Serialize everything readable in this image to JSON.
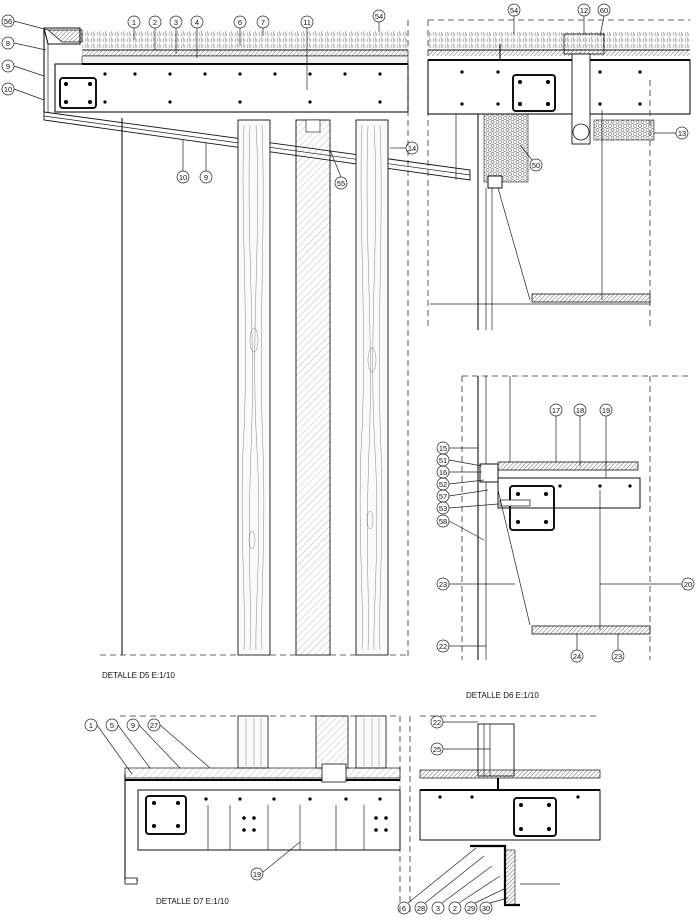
{
  "details": {
    "d5": {
      "title": "DETALLE D5  E:1/10"
    },
    "d6": {
      "title": "DETALLE D6  E:1/10"
    },
    "d7": {
      "title": "DETALLE D7  E:1/10"
    }
  },
  "callouts": {
    "c56": "56",
    "c8": "8",
    "c9a": "9",
    "c10a": "10",
    "c1": "1",
    "c2": "2",
    "c3": "3",
    "c4": "4",
    "c6": "6",
    "c7": "7",
    "c11": "11",
    "c54a": "54",
    "c10b": "10",
    "c9b": "9",
    "c55": "55",
    "c14": "14",
    "c54b": "54",
    "c12": "12",
    "c60": "60",
    "c13": "13",
    "c50": "50",
    "c17": "17",
    "c18": "18",
    "c19a": "19",
    "c15": "15",
    "c51": "51",
    "c16": "16",
    "c52": "52",
    "c57": "57",
    "c53": "53",
    "c58": "58",
    "c23a": "23",
    "c20": "20",
    "c22a": "22",
    "c24": "24",
    "c23b": "23",
    "c1b": "1",
    "c5": "5",
    "c9c": "9",
    "c27": "27",
    "c22b": "22",
    "c25": "25",
    "c19b": "19",
    "c6b": "6",
    "c28": "28",
    "c3b": "3",
    "c2b": "2",
    "c29": "29",
    "c30": "30"
  },
  "style": {
    "line_color": "#111111",
    "hatch_color": "#555555"
  }
}
